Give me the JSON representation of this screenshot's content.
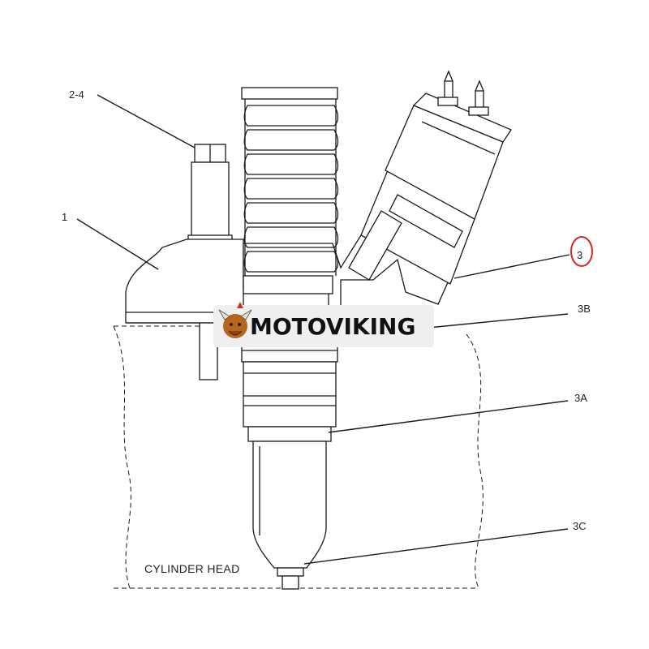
{
  "labels": {
    "part_2_4": "2-4",
    "part_1": "1",
    "part_3": "3",
    "part_3b": "3B",
    "part_3a": "3A",
    "part_3c": "3C"
  },
  "caption": "CYLINDER HEAD",
  "watermark": {
    "text": "MOTOVIKING"
  },
  "colors": {
    "line": "#1a1a1a",
    "highlight_circle": "#d62828",
    "watermark_bg": "#efefef"
  }
}
